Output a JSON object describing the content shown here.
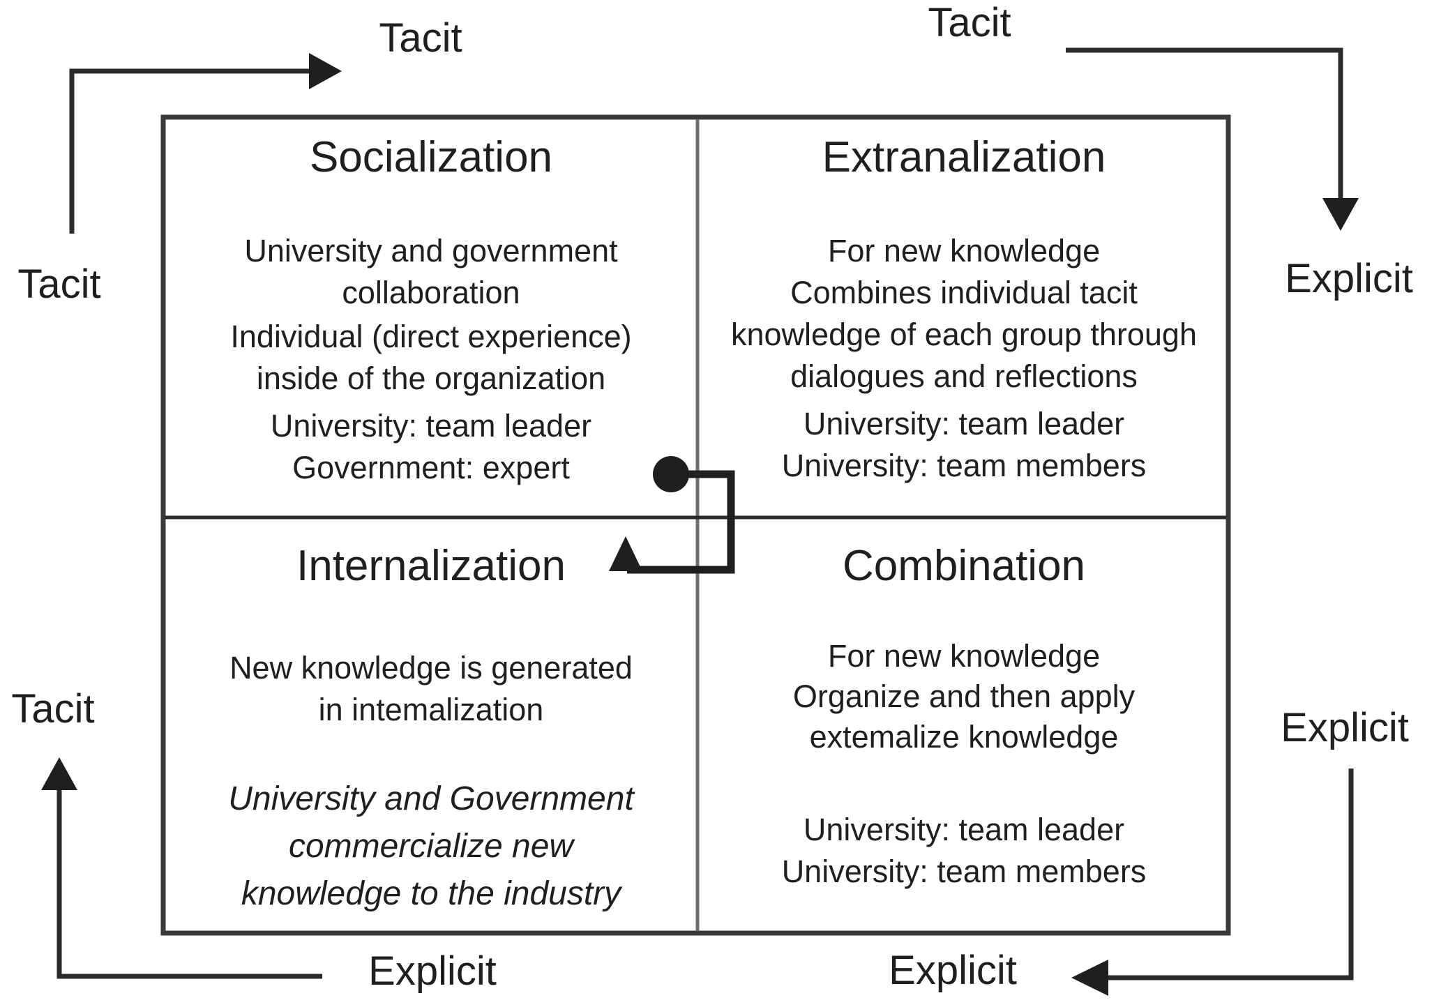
{
  "diagram": {
    "type": "SECI knowledge-conversion matrix",
    "colors": {
      "background": "#ffffff",
      "ink": "#1f1f1f",
      "line": "#2b2b2b",
      "box_border": "#3a3a3a",
      "vertical_divider": "#6e6e6e"
    }
  },
  "labels": {
    "tacit_top_left": "Tacit",
    "tacit_top_right": "Tacit",
    "tacit_left_upper": "Tacit",
    "tacit_left_lower": "Tacit",
    "explicit_right_upper": "Explicit",
    "explicit_right_lower": "Explicit",
    "explicit_bottom_left": "Explicit",
    "explicit_bottom_right": "Explicit"
  },
  "quadrants": {
    "socialization": {
      "title": "Socialization",
      "para1": [
        "University and government",
        "collaboration"
      ],
      "para2": [
        "Individual (direct experience)",
        "inside of the organization"
      ],
      "para3": [
        "University: team leader",
        "Government: expert"
      ]
    },
    "extranalization": {
      "title": "Extranalization",
      "para1": [
        "For new knowledge",
        "Combines individual tacit",
        "knowledge of each group through",
        "dialogues and reflections"
      ],
      "para2": [
        "University: team leader",
        "University: team members"
      ]
    },
    "internalization": {
      "title": "Internalization",
      "para1": [
        "New knowledge is generated",
        "in intemalization"
      ],
      "para2": [
        "University and Government",
        "commercialize new",
        "knowledge to the industry"
      ]
    },
    "combination": {
      "title": "Combination",
      "para1": [
        "For new knowledge",
        "Organize and then apply",
        "extemalize knowledge"
      ],
      "para2": [
        "University: team leader",
        "University: team members"
      ]
    }
  }
}
